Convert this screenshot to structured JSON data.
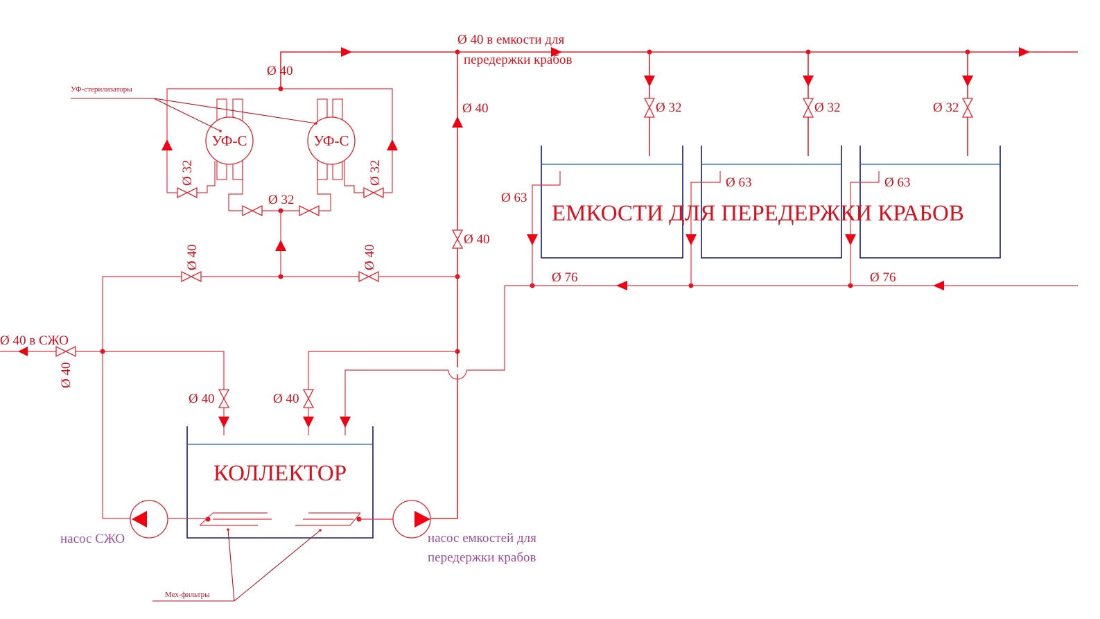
{
  "diagram": {
    "type": "piping-schematic",
    "colors": {
      "pipe": "#e8202a",
      "tank_outline": "#15196b",
      "water_level": "#1f5ea8",
      "label": "#d8101c",
      "pump_label": "#9b4f9e"
    },
    "labels": {
      "main_supply": [
        "Ø 40 в емкости для",
        "передержки крабов"
      ],
      "uf_top_pipe": "Ø 40",
      "main_riser": "Ø 40",
      "riser_valve": "Ø 40",
      "uf_left_valve": "Ø 32",
      "uf_right_valve": "Ø 32",
      "uf_bottom_valve": "Ø 32",
      "bypass_left_valve": "Ø 40",
      "bypass_right_valve": "Ø 40",
      "tank_inlet_valves": [
        "Ø 32",
        "Ø 32",
        "Ø 32"
      ],
      "tank_overflow": [
        "Ø 63",
        "Ø 63",
        "Ø 63"
      ],
      "return_pipe": [
        "Ø 76",
        "Ø 76"
      ],
      "sjo_outlet": "Ø 40 в СЖО",
      "sjo_valve": "Ø 40",
      "collector_inlet_valves": [
        "Ø 40",
        "Ø 40"
      ]
    },
    "components": {
      "uf_sterilizers": {
        "callout": "УФ-стерилизаторы",
        "units": [
          "УФ-С",
          "УФ-С"
        ]
      },
      "holding_tanks": {
        "title": "ЕМКОСТИ ДЛЯ ПЕРЕДЕРЖКИ КРАБОВ",
        "count": 3
      },
      "collector": {
        "title": "КОЛЛЕКТОР"
      },
      "mech_filters": {
        "callout": "Мех-фильтры"
      },
      "pumps": {
        "sjo": "насос СЖО",
        "tanks": [
          "насос емкостей для",
          "передержки крабов"
        ]
      }
    }
  }
}
